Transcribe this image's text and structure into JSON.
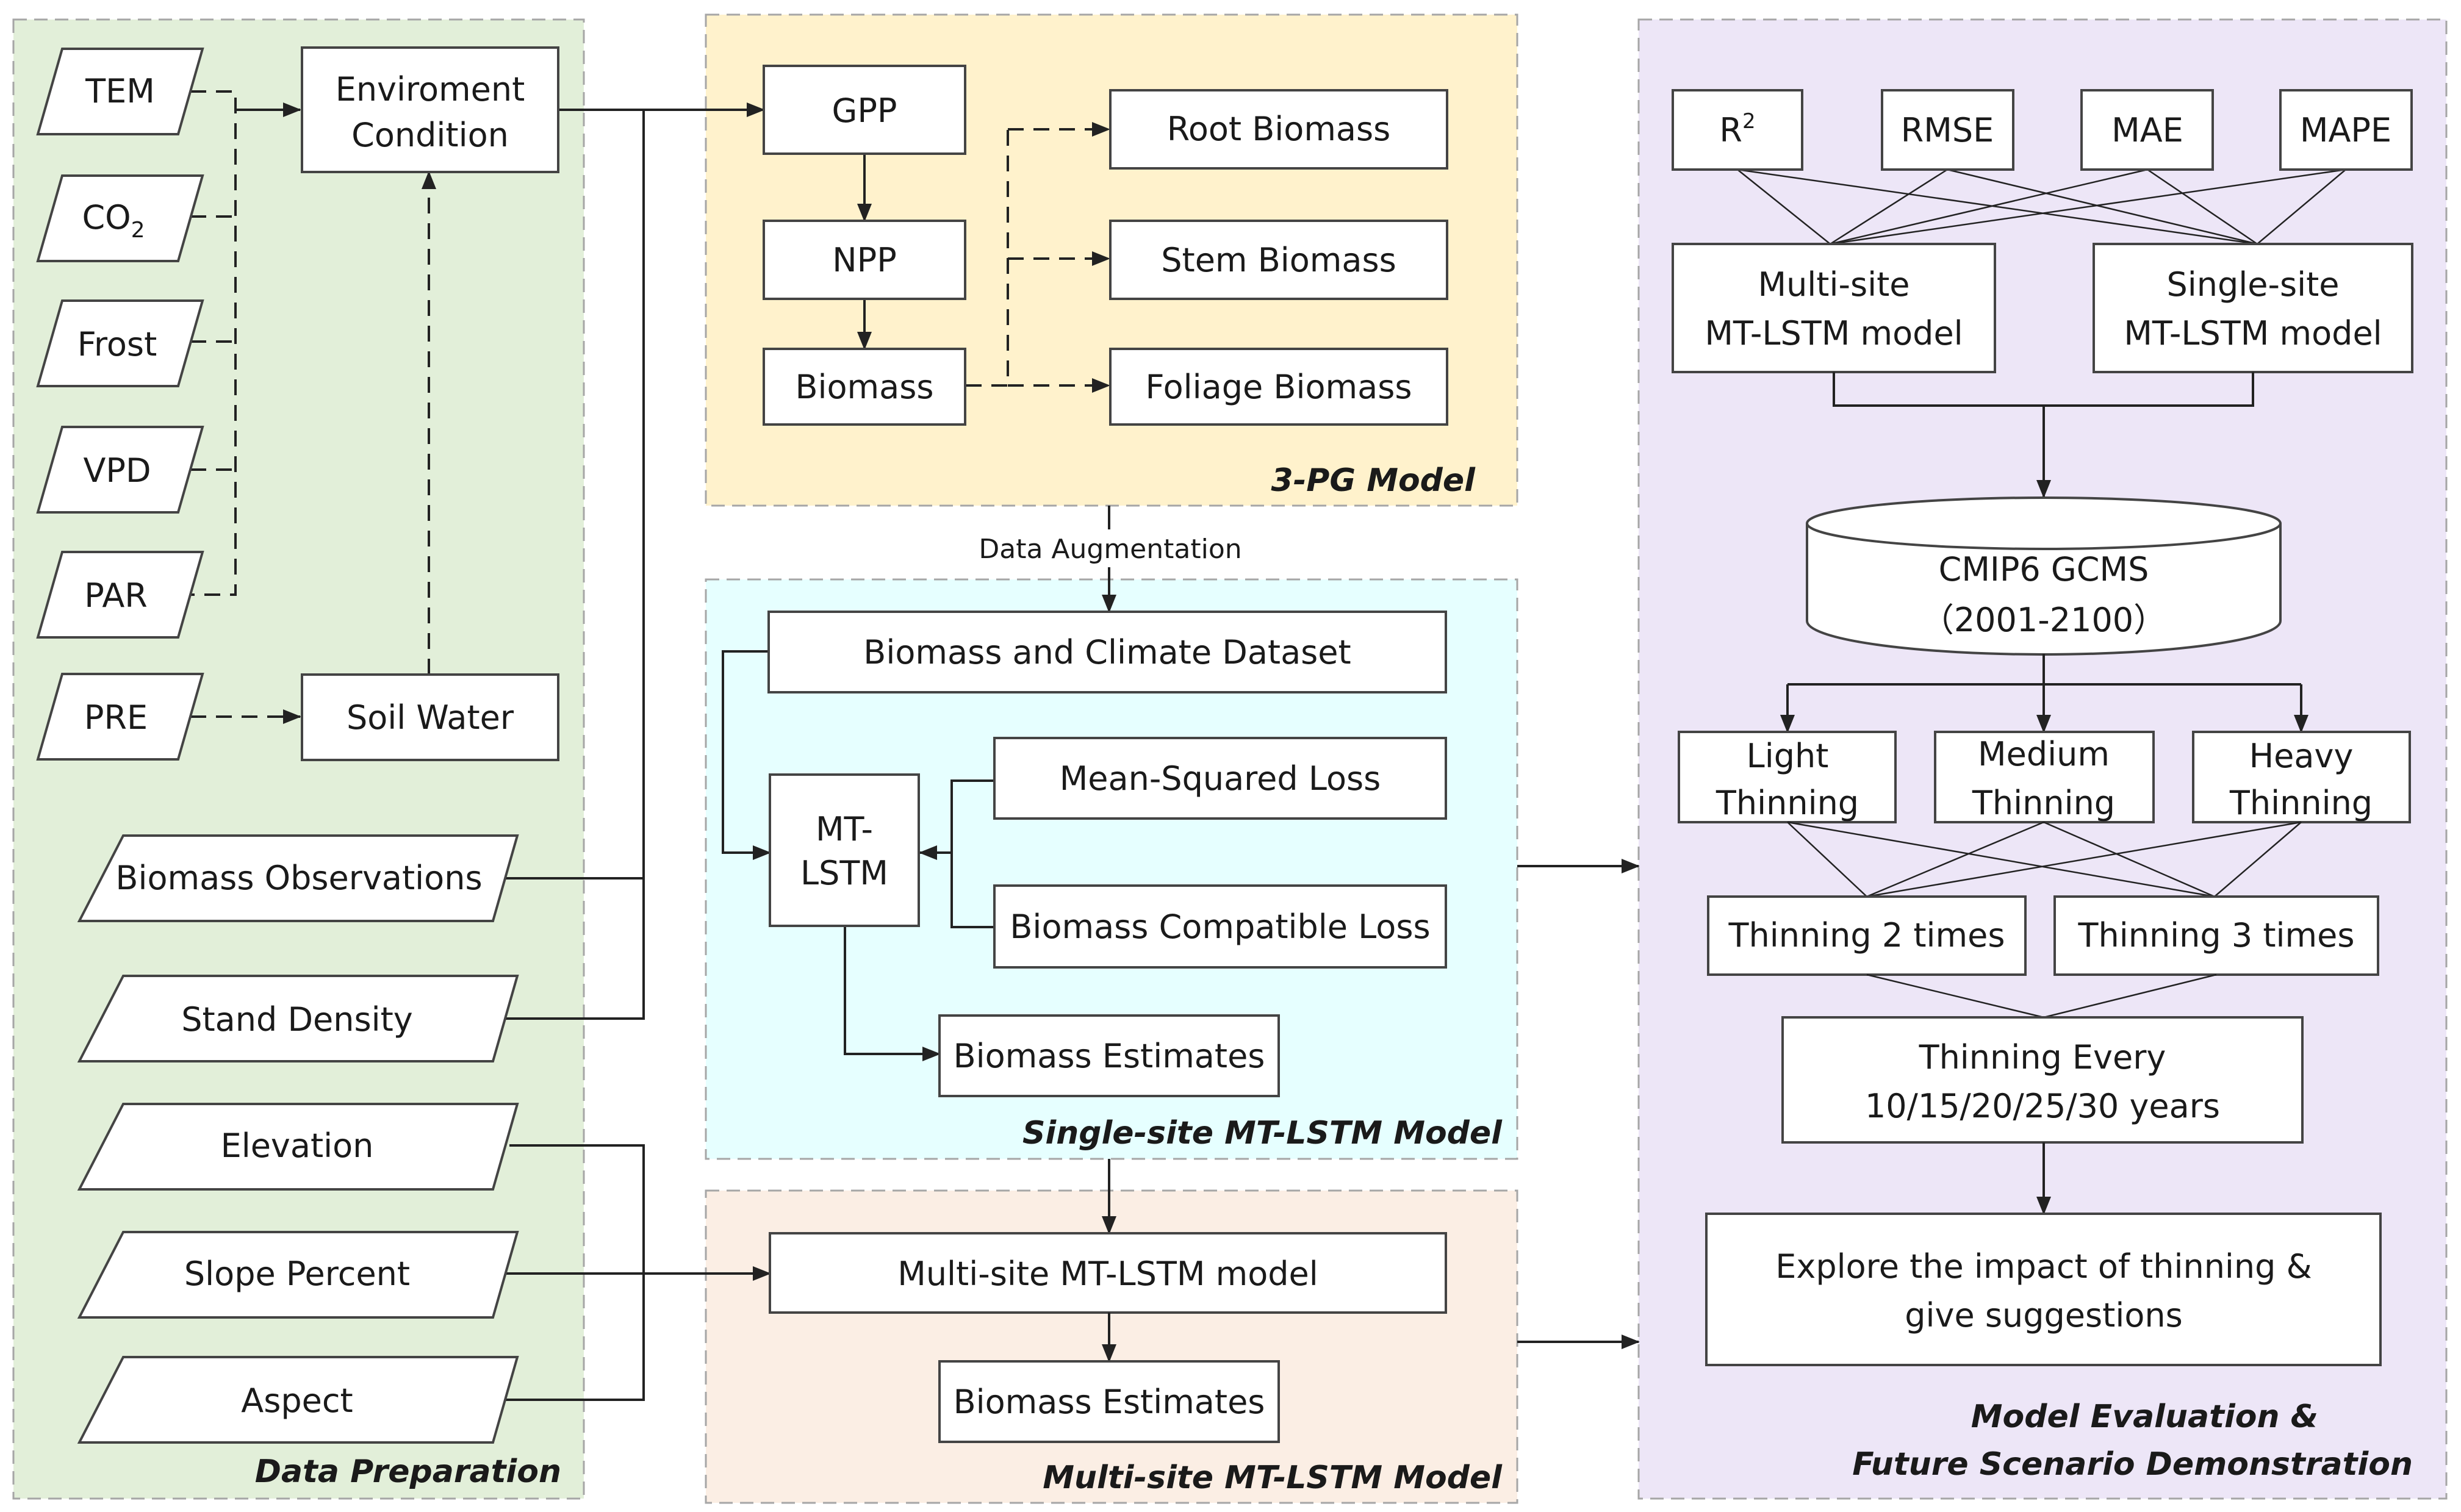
{
  "colors": {
    "data_preparation": "#e2efd9",
    "pg_model": "#fff2cc",
    "single_site": "#e6ffff",
    "multi_site": "#fbeee4",
    "evaluation": "#ede6f7",
    "panel_border": "#a6a6a6"
  },
  "panels": {
    "data_preparation": "Data Preparation",
    "pg_model": "3-PG Model",
    "single_site": "Single-site MT-LSTM Model",
    "multi_site": "Multi-site MT-LSTM Model",
    "evaluation_line1": "Model Evaluation &",
    "evaluation_line2": "Future Scenario Demonstration"
  },
  "inputs": {
    "tem": "TEM",
    "co2_base": "CO",
    "co2_sub": "2",
    "frost": "Frost",
    "vpd": "VPD",
    "par": "PAR",
    "pre": "PRE",
    "biomass_observations": "Biomass Observations",
    "stand_density": "Stand Density",
    "elevation": "Elevation",
    "slope_percent": "Slope Percent",
    "aspect": "Aspect"
  },
  "boxes": {
    "env_line1": "Enviroment",
    "env_line2": "Condition",
    "soil_water": "Soil Water",
    "gpp": "GPP",
    "npp": "NPP",
    "biomass": "Biomass",
    "root_biomass": "Root Biomass",
    "stem_biomass": "Stem Biomass",
    "foliage_biomass": "Foliage Biomass",
    "data_augmentation": "Data Augmentation",
    "dataset": "Biomass and Climate Dataset",
    "mt_lstm_line1": "MT-",
    "mt_lstm_line2": "LSTM",
    "mse_loss": "Mean-Squared Loss",
    "compatible_loss": "Biomass Compatible Loss",
    "single_estimates": "Biomass Estimates",
    "multi_site_model": "Multi-site MT-LSTM model",
    "multi_estimates": "Biomass Estimates"
  },
  "evaluation": {
    "metric_r2_base": "R",
    "metric_r2_sup": "2",
    "metric_rmse": "RMSE",
    "metric_mae": "MAE",
    "metric_mape": "MAPE",
    "multi_line1": "Multi-site",
    "multi_line2": "MT-LSTM model",
    "single_line1": "Single-site",
    "single_line2": "MT-LSTM model",
    "cmip_line1": "CMIP6  GCMS",
    "cmip_line2": "（2001-2100）",
    "light_line1": "Light",
    "light_line2": "Thinning",
    "medium_line1": "Medium",
    "medium_line2": "Thinning",
    "heavy_line1": "Heavy",
    "heavy_line2": "Thinning",
    "two_times": "Thinning 2 times",
    "three_times": "Thinning 3 times",
    "every_line1": "Thinning Every",
    "every_line2": "10/15/20/25/30 years",
    "explore_line1": "Explore the impact of thinning &",
    "explore_line2": "give suggestions"
  }
}
